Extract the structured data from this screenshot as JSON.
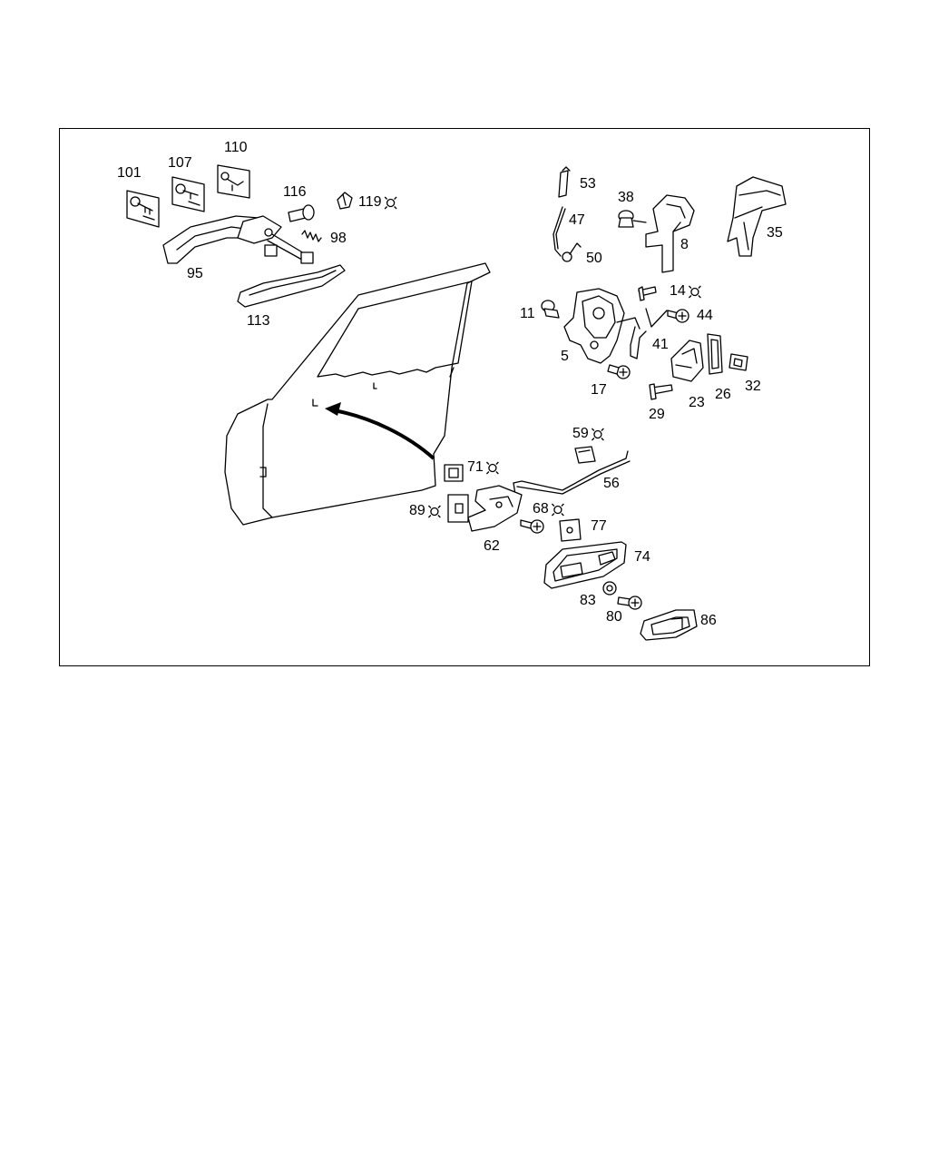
{
  "callouts": [
    {
      "id": "101",
      "text": "101",
      "mark": false
    },
    {
      "id": "107",
      "text": "107",
      "mark": false
    },
    {
      "id": "110",
      "text": "110",
      "mark": false
    },
    {
      "id": "116",
      "text": "116",
      "mark": false
    },
    {
      "id": "119",
      "text": "119",
      "mark": true
    },
    {
      "id": "98",
      "text": "98",
      "mark": false
    },
    {
      "id": "95",
      "text": "95",
      "mark": false
    },
    {
      "id": "113",
      "text": "113",
      "mark": false
    },
    {
      "id": "53",
      "text": "53",
      "mark": false
    },
    {
      "id": "47",
      "text": "47",
      "mark": false
    },
    {
      "id": "50",
      "text": "50",
      "mark": false
    },
    {
      "id": "38",
      "text": "38",
      "mark": false
    },
    {
      "id": "8",
      "text": "8",
      "mark": false
    },
    {
      "id": "35",
      "text": "35",
      "mark": false
    },
    {
      "id": "14",
      "text": "14",
      "mark": true
    },
    {
      "id": "44",
      "text": "44",
      "mark": false
    },
    {
      "id": "11",
      "text": "11",
      "mark": false
    },
    {
      "id": "5",
      "text": "5",
      "mark": false
    },
    {
      "id": "41",
      "text": "41",
      "mark": false
    },
    {
      "id": "17",
      "text": "17",
      "mark": false
    },
    {
      "id": "29",
      "text": "29",
      "mark": false
    },
    {
      "id": "23",
      "text": "23",
      "mark": false
    },
    {
      "id": "26",
      "text": "26",
      "mark": false
    },
    {
      "id": "32",
      "text": "32",
      "mark": false
    },
    {
      "id": "59",
      "text": "59",
      "mark": true
    },
    {
      "id": "56",
      "text": "56",
      "mark": false
    },
    {
      "id": "71",
      "text": "71",
      "mark": true
    },
    {
      "id": "89",
      "text": "89",
      "mark": true
    },
    {
      "id": "68",
      "text": "68",
      "mark": true
    },
    {
      "id": "77",
      "text": "77",
      "mark": false
    },
    {
      "id": "62",
      "text": "62",
      "mark": false
    },
    {
      "id": "74",
      "text": "74",
      "mark": false
    },
    {
      "id": "83",
      "text": "83",
      "mark": false
    },
    {
      "id": "80",
      "text": "80",
      "mark": false
    },
    {
      "id": "86",
      "text": "86",
      "mark": false
    }
  ]
}
